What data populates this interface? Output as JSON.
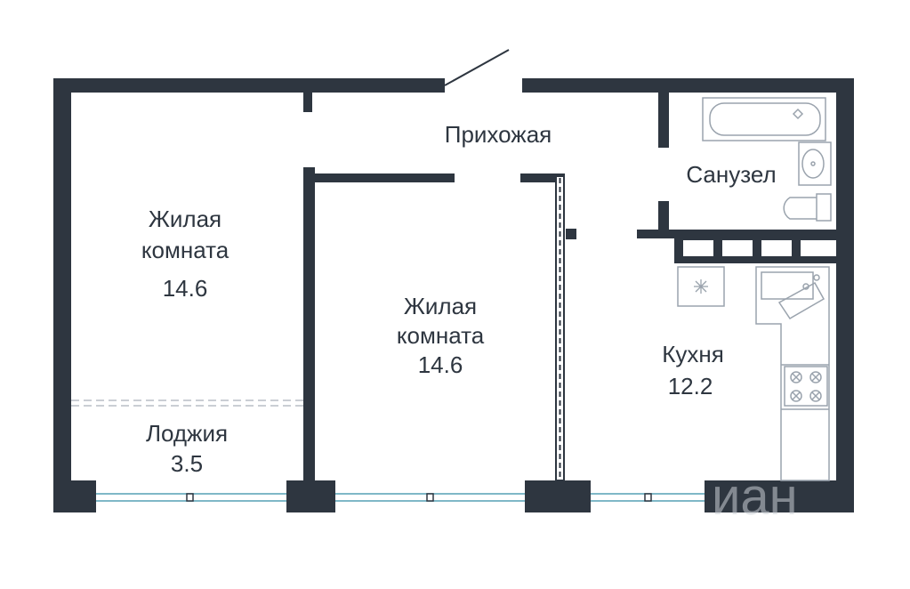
{
  "rooms": {
    "living1": {
      "name_line1": "Жилая",
      "name_line2": "комната",
      "area": "14.6"
    },
    "living2": {
      "name_line1": "Жилая",
      "name_line2": "комната",
      "area": "14.6"
    },
    "hallway": {
      "name": "Прихожая"
    },
    "bathroom": {
      "name": "Санузел"
    },
    "kitchen": {
      "name": "Кухня",
      "area": "12.2"
    },
    "loggia": {
      "name": "Лоджия",
      "area": "3.5"
    }
  },
  "watermark": "иан",
  "colors": {
    "wall": "#2e3640",
    "fixture": "#9aa3ad",
    "window": "#7fb8c7",
    "text": "#2e3640"
  }
}
